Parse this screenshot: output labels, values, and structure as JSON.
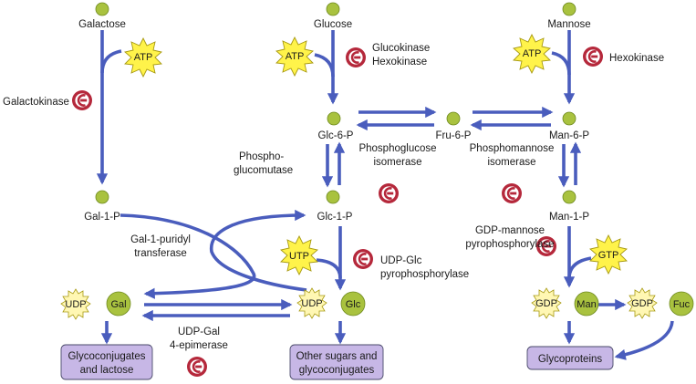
{
  "colors": {
    "arrow": "#4a5dbd",
    "metabolite_node": "#a9c23f",
    "atp_burst": "#fff34a",
    "udp_burst": "#fff7b3",
    "enzyme_icon": "#b5283b",
    "product_box": "#c7b7e6"
  },
  "metabolites": {
    "galactose": "Galactose",
    "glucose": "Glucose",
    "mannose": "Mannose",
    "glc6p": "Glc-6-P",
    "fru6p": "Fru-6-P",
    "man6p": "Man-6-P",
    "gal1p": "Gal-1-P",
    "glc1p": "Glc-1-P",
    "man1p": "Man-1-P"
  },
  "cofactors": {
    "atp": "ATP",
    "utp": "UTP",
    "gtp": "GTP",
    "udp": "UDP",
    "gdp": "GDP"
  },
  "sugars": {
    "gal": "Gal",
    "glc": "Glc",
    "man": "Man",
    "fuc": "Fuc"
  },
  "enzymes": {
    "galactokinase": "Galactokinase",
    "glucokinase_line1": "Glucokinase",
    "glucokinase_line2": "Hexokinase",
    "hexokinase": "Hexokinase",
    "phosphoglucomutase_line1": "Phospho-",
    "phosphoglucomutase_line2": "glucomutase",
    "phosphoglucose_line1": "Phosphoglucose",
    "phosphoglucose_line2": "isomerase",
    "phosphomannose_line1": "Phosphomannose",
    "phosphomannose_line2": "isomerase",
    "gal1puridyl_line1": "Gal-1-puridyl",
    "gal1puridyl_line2": "transferase",
    "udpglc_line1": "UDP-Glc",
    "udpglc_line2": "pyrophosphorylase",
    "gdpmannose_line1": "GDP-mannose",
    "gdpmannose_line2": "pyrophosphorylase",
    "udpgal_line1": "UDP-Gal",
    "udpgal_line2": "4-epimerase"
  },
  "products": {
    "glycoconjugates_line1": "Glycoconjugates",
    "glycoconjugates_line2": "and lactose",
    "othersugars_line1": "Other sugars and",
    "othersugars_line2": "glycoconjugates",
    "glycoproteins": "Glycoproteins"
  }
}
